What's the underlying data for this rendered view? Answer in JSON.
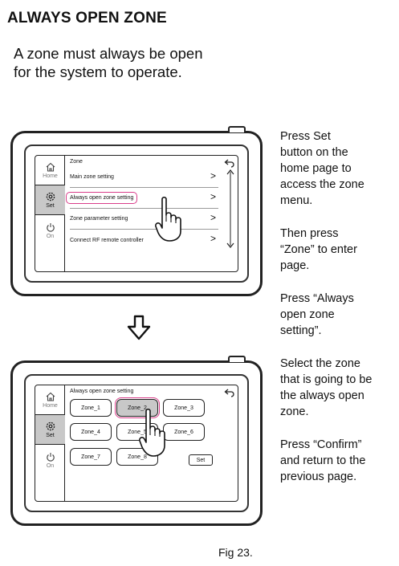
{
  "title": "ALWAYS OPEN ZONE",
  "intro": [
    "A zone must always be open",
    "for the system to operate."
  ],
  "steps": [
    [
      "Press Set",
      "button on the",
      "home page to",
      "access the zone",
      "menu."
    ],
    [
      "Then press",
      "“Zone” to enter",
      "page."
    ],
    [
      "Press “Always",
      "open zone",
      "setting”."
    ],
    [
      "Select the zone",
      "that is going to be",
      "the always open",
      "zone."
    ],
    [
      "Press “Confirm”",
      "and return to the",
      "previous page."
    ]
  ],
  "figure_caption": "Fig 23.",
  "sidebar": {
    "home": "Home",
    "set": "Set",
    "on": "On"
  },
  "screen1": {
    "title": "Zone",
    "items": [
      "Main zone setting",
      "Always open zone setting",
      "Zone parameter setting",
      "Connect RF remote controller"
    ],
    "chevron": ">"
  },
  "screen2": {
    "title": "Always open zone setting",
    "zones": [
      "Zone_1",
      "Zone_2",
      "Zone_3",
      "Zone_4",
      "Zone_5",
      "Zone_6",
      "Zone_7",
      "Zone_8"
    ],
    "selected_zone": "Zone_2",
    "set_label": "Set"
  },
  "colors": {
    "highlight": "#d93d8a",
    "selected_fill": "#c8c8c8"
  }
}
